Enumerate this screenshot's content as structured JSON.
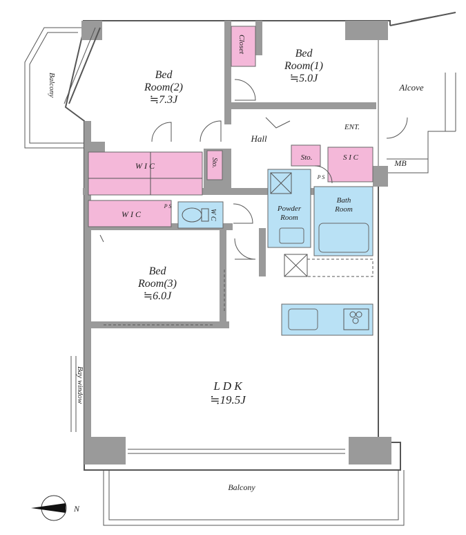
{
  "rooms": {
    "bedroom2": {
      "name": "Bed",
      "sub": "Room(2)",
      "size": "≒7.3J"
    },
    "bedroom1": {
      "name": "Bed",
      "sub": "Room(1)",
      "size": "≒5.0J"
    },
    "bedroom3": {
      "name": "Bed",
      "sub": "Room(3)",
      "size": "≒6.0J"
    },
    "ldk": {
      "name": "L D K",
      "size": "≒19.5J"
    }
  },
  "labels": {
    "closet": "Closet",
    "alcove": "Alcove",
    "hall": "Hall",
    "ent": "ENT.",
    "sto_left": "Sto.",
    "sto_right": "Sto.",
    "sic": "S I C",
    "mb": "MB",
    "wic_top": "W I C",
    "wic_bottom": "W I C",
    "ps_left": "P S",
    "ps_right": "P S",
    "wc": "W C",
    "powder": "Powder",
    "powder2": "Room",
    "bath": "Bath",
    "bath2": "Room",
    "balcony_left": "Balcony",
    "balcony_bottom": "Balcony",
    "bay_window": "Bay window",
    "north": "N"
  },
  "colors": {
    "storage": "#f4b8d9",
    "wet_area": "#b9e1f5",
    "wall": "#9a9a9a"
  }
}
